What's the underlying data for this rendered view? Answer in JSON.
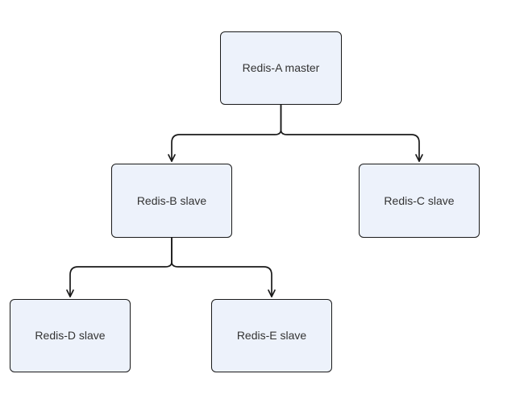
{
  "diagram": {
    "type": "tree",
    "colors": {
      "background": "#ffffff",
      "node_fill": "#edf2fb",
      "node_border": "#1a1a1a",
      "node_text": "#333333",
      "connector": "#1a1a1a"
    },
    "nodes": [
      {
        "id": "redis-a",
        "label": "Redis-A master"
      },
      {
        "id": "redis-b",
        "label": "Redis-B slave"
      },
      {
        "id": "redis-c",
        "label": "Redis-C slave"
      },
      {
        "id": "redis-d",
        "label": "Redis-D slave"
      },
      {
        "id": "redis-e",
        "label": "Redis-E slave"
      }
    ],
    "edges": [
      {
        "from": "redis-a",
        "to": "redis-b",
        "arrow": "to"
      },
      {
        "from": "redis-a",
        "to": "redis-c",
        "arrow": "to"
      },
      {
        "from": "redis-b",
        "to": "redis-d",
        "arrow": "to"
      },
      {
        "from": "redis-b",
        "to": "redis-e",
        "arrow": "to"
      }
    ]
  }
}
